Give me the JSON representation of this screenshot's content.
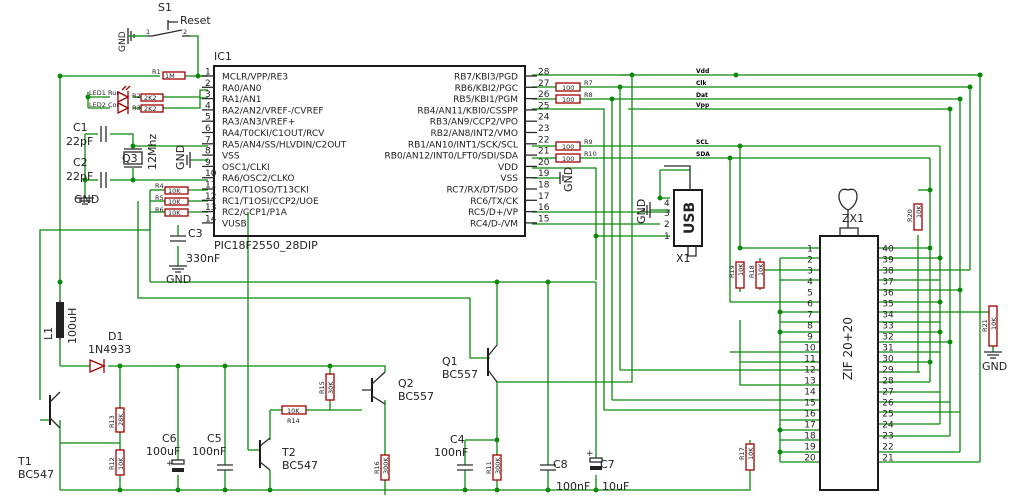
{
  "switch": {
    "ref": "S1",
    "label": "Reset",
    "pin1": "1",
    "pin2": "2",
    "gnd": "GND"
  },
  "ic1": {
    "ref": "IC1",
    "name": "PIC18F2550_28DIP",
    "left": [
      {
        "n": "1",
        "t": "MCLR/VPP/RE3"
      },
      {
        "n": "2",
        "t": "RA0/AN0"
      },
      {
        "n": "3",
        "t": "RA1/AN1"
      },
      {
        "n": "4",
        "t": "RA2/AN2/VREF-/CVREF"
      },
      {
        "n": "5",
        "t": "RA3/AN3/VREF+"
      },
      {
        "n": "6",
        "t": "RA4/T0CKI/C1OUT/RCV"
      },
      {
        "n": "7",
        "t": "RA5/AN4/SS/HLVDIN/C2OUT"
      },
      {
        "n": "8",
        "t": "VSS"
      },
      {
        "n": "9",
        "t": "OSC1/CLKI"
      },
      {
        "n": "10",
        "t": "RA6/OSC2/CLKO"
      },
      {
        "n": "11",
        "t": "RC0/T1OSO/T13CKI"
      },
      {
        "n": "12",
        "t": "RC1/T1OSI/CCP2/UOE"
      },
      {
        "n": "13",
        "t": "RC2/CCP1/P1A"
      },
      {
        "n": "14",
        "t": "VUSB"
      }
    ],
    "right": [
      {
        "n": "28",
        "t": "RB7/KBI3/PGD"
      },
      {
        "n": "27",
        "t": "RB6/KBI2/PGC"
      },
      {
        "n": "26",
        "t": "RB5/KBI1/PGM"
      },
      {
        "n": "25",
        "t": "RB4/AN11/KBI0/CSSPP"
      },
      {
        "n": "24",
        "t": "RB3/AN9/CCP2/VPO"
      },
      {
        "n": "23",
        "t": "RB2/AN8/INT2/VMO"
      },
      {
        "n": "22",
        "t": "RB1/AN10/INT1/SCK/SCL"
      },
      {
        "n": "21",
        "t": "RB0/AN12/INT0/LFT0/SDI/SDA"
      },
      {
        "n": "20",
        "t": "VDD"
      },
      {
        "n": "19",
        "t": "VSS"
      },
      {
        "n": "18",
        "t": "RC7/RX/DT/SDO"
      },
      {
        "n": "17",
        "t": "RC6/TX/CK"
      },
      {
        "n": "16",
        "t": "RC5/D+/VP"
      },
      {
        "n": "15",
        "t": "RC4/D-/VM"
      }
    ]
  },
  "resistors": {
    "R1": {
      "ref": "R1",
      "val": "1M"
    },
    "R2": {
      "ref": "R2",
      "val": "2K2"
    },
    "R3": {
      "ref": "R3",
      "val": "2K2"
    },
    "R4": {
      "ref": "R4",
      "val": "10K"
    },
    "R5": {
      "ref": "R5",
      "val": "10K"
    },
    "R6": {
      "ref": "R6",
      "val": "10K"
    },
    "R7": {
      "ref": "R7",
      "val": "100"
    },
    "R8": {
      "ref": "R8",
      "val": "100"
    },
    "R9": {
      "ref": "R9",
      "val": "100"
    },
    "R10": {
      "ref": "R10",
      "val": "100"
    },
    "R11": {
      "ref": "R11",
      "val": "300K"
    },
    "R12": {
      "ref": "R12",
      "val": "10K"
    },
    "R13": {
      "ref": "R13",
      "val": "28K"
    },
    "R14": {
      "ref": "R14",
      "val": "10K"
    },
    "R15": {
      "ref": "R15",
      "val": "30K"
    },
    "R16": {
      "ref": "R16",
      "val": "300K"
    },
    "R17": {
      "ref": "R17",
      "val": "10K"
    },
    "R18": {
      "ref": "R18",
      "val": "10K"
    },
    "R19": {
      "ref": "R19",
      "val": "10K"
    },
    "R20": {
      "ref": "R20",
      "val": "10K"
    },
    "R21": {
      "ref": "R21",
      "val": "10K"
    }
  },
  "leds": {
    "led1": {
      "ref": "LED1",
      "tag": "Run"
    },
    "led2": {
      "ref": "LED2",
      "tag": "Com"
    }
  },
  "caps": {
    "C1": {
      "ref": "C1",
      "val": "22pF"
    },
    "C2": {
      "ref": "C2",
      "val": "22pF"
    },
    "C3": {
      "ref": "C3",
      "val": "330nF"
    },
    "C4": {
      "ref": "C4",
      "val": "100nF"
    },
    "C5": {
      "ref": "C5",
      "val": "100nF"
    },
    "C6": {
      "ref": "C6",
      "val": "100uF"
    },
    "C7": {
      "ref": "C7",
      "val": "10uF"
    },
    "C8": {
      "ref": "C8",
      "val": "100nF"
    }
  },
  "crystal": {
    "ref": "Q3",
    "val": "12Mhz"
  },
  "inductor": {
    "ref": "L1",
    "val": "100uH"
  },
  "diode": {
    "ref": "D1",
    "val": "1N4933"
  },
  "transistors": {
    "T1": {
      "ref": "T1",
      "val": "BC547"
    },
    "T2": {
      "ref": "T2",
      "val": "BC547"
    },
    "Q1": {
      "ref": "Q1",
      "val": "BC557"
    },
    "Q2": {
      "ref": "Q2",
      "val": "BC557"
    }
  },
  "usb": {
    "ref": "X1",
    "label": "USB",
    "pins": [
      "4",
      "3",
      "2",
      "1"
    ],
    "gnd": "GND"
  },
  "signals": {
    "vdd": "Vdd",
    "clk": "Clk",
    "dat": "Dat",
    "vpp": "Vpp",
    "scl": "SCL",
    "sda": "SDA"
  },
  "zif": {
    "ref": "ZX1",
    "label": "ZIF 20+20",
    "left": [
      "1",
      "2",
      "3",
      "4",
      "5",
      "6",
      "7",
      "8",
      "9",
      "10",
      "11",
      "12",
      "13",
      "14",
      "15",
      "16",
      "17",
      "18",
      "19",
      "20"
    ],
    "right": [
      "40",
      "39",
      "38",
      "37",
      "36",
      "35",
      "34",
      "33",
      "32",
      "31",
      "30",
      "29",
      "28",
      "27",
      "26",
      "25",
      "24",
      "23",
      "22",
      "21"
    ]
  },
  "gnd": "GND"
}
